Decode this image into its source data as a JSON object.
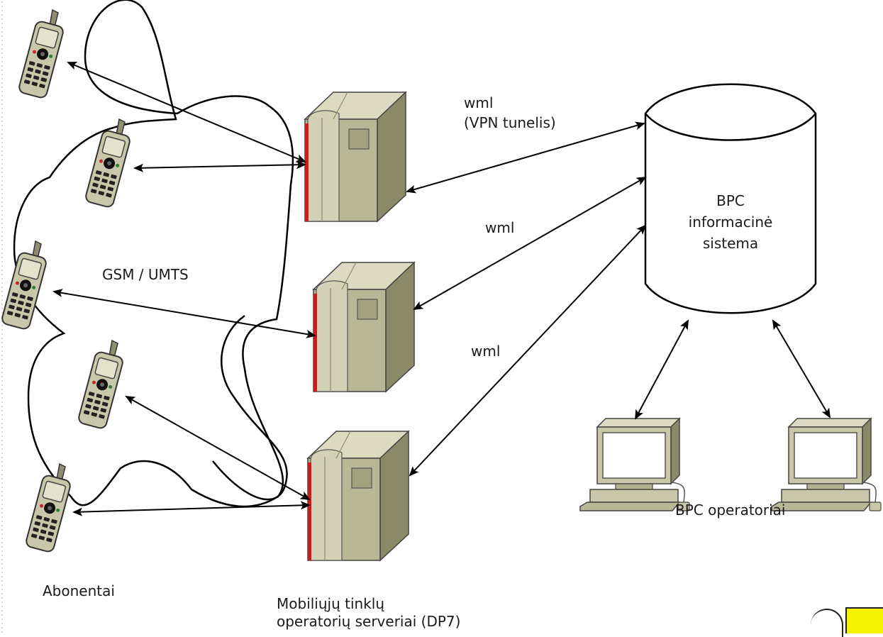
{
  "labels": {
    "network": "GSM / UMTS",
    "subscribers": "Abonentai",
    "servers_line1": "Mobiliųjų tinklų",
    "servers_line2": "operatorių serveriai (DP7)",
    "link_top_line1": "wml",
    "link_top_line2": "(VPN tunelis)",
    "link_mid": "wml",
    "link_bottom": "wml",
    "db_line1": "BPC",
    "db_line2": "informacinė",
    "db_line3": "sistema",
    "operators": "BPC operatoriai"
  },
  "icons": {
    "phone": "mobile-phone-icon",
    "server": "server-tower-icon",
    "database": "database-cylinder-icon",
    "workstation": "desktop-computer-icon"
  },
  "colors": {
    "device_body": "#c8c7a9",
    "device_side": "#9b9a78",
    "device_dark": "#6e6d55",
    "server_stripe": "#cc1c1c",
    "line": "#000000"
  }
}
